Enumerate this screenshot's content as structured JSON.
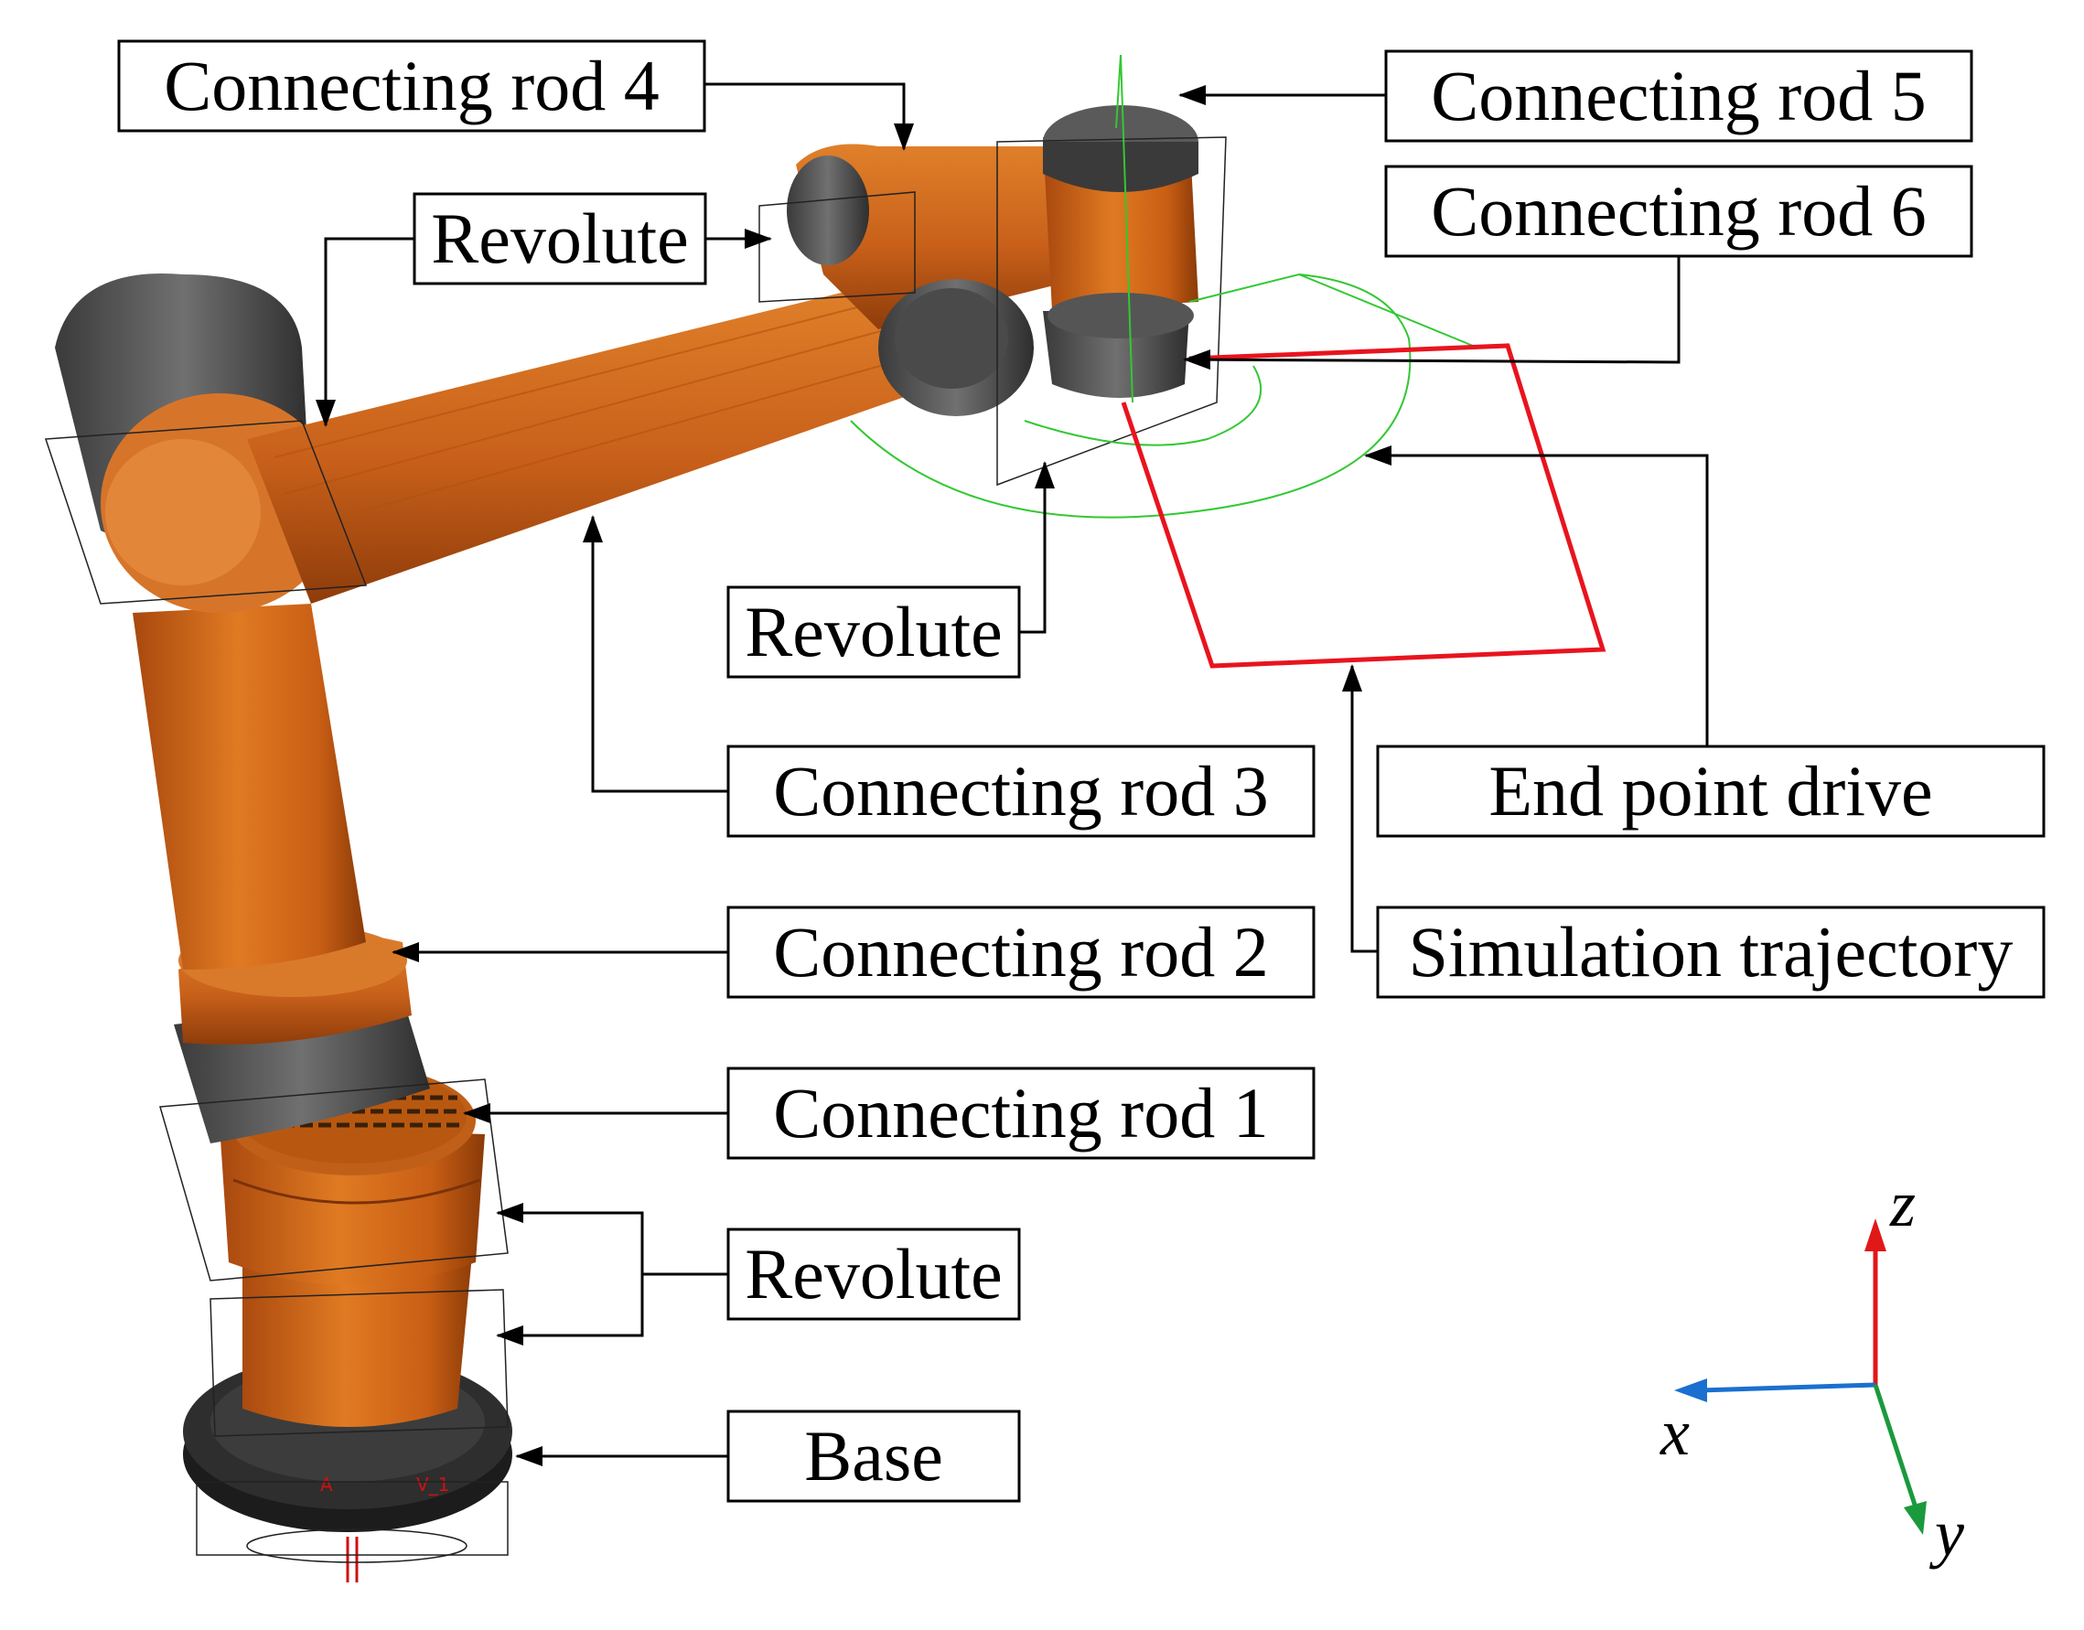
{
  "labels": {
    "connecting_rod_4": "Connecting rod 4",
    "connecting_rod_5": "Connecting rod 5",
    "connecting_rod_6": "Connecting rod 6",
    "revolute_upper": "Revolute",
    "revolute_wrist": "Revolute",
    "revolute_base": "Revolute",
    "connecting_rod_3": "Connecting rod 3",
    "end_point_drive": "End point drive",
    "connecting_rod_2": "Connecting rod 2",
    "simulation_trajectory": "Simulation trajectory",
    "connecting_rod_1": "Connecting rod 1",
    "base": "Base"
  },
  "axes": {
    "z": "z",
    "x": "x",
    "y": "y"
  },
  "colors": {
    "robot_orange": "#d2691e",
    "robot_dark": "#555555",
    "trajectory": "#e8141e",
    "arc_green": "#32c832",
    "axis_z": "#e01818",
    "axis_x": "#1a6fd0",
    "axis_y": "#1a9a3c"
  }
}
